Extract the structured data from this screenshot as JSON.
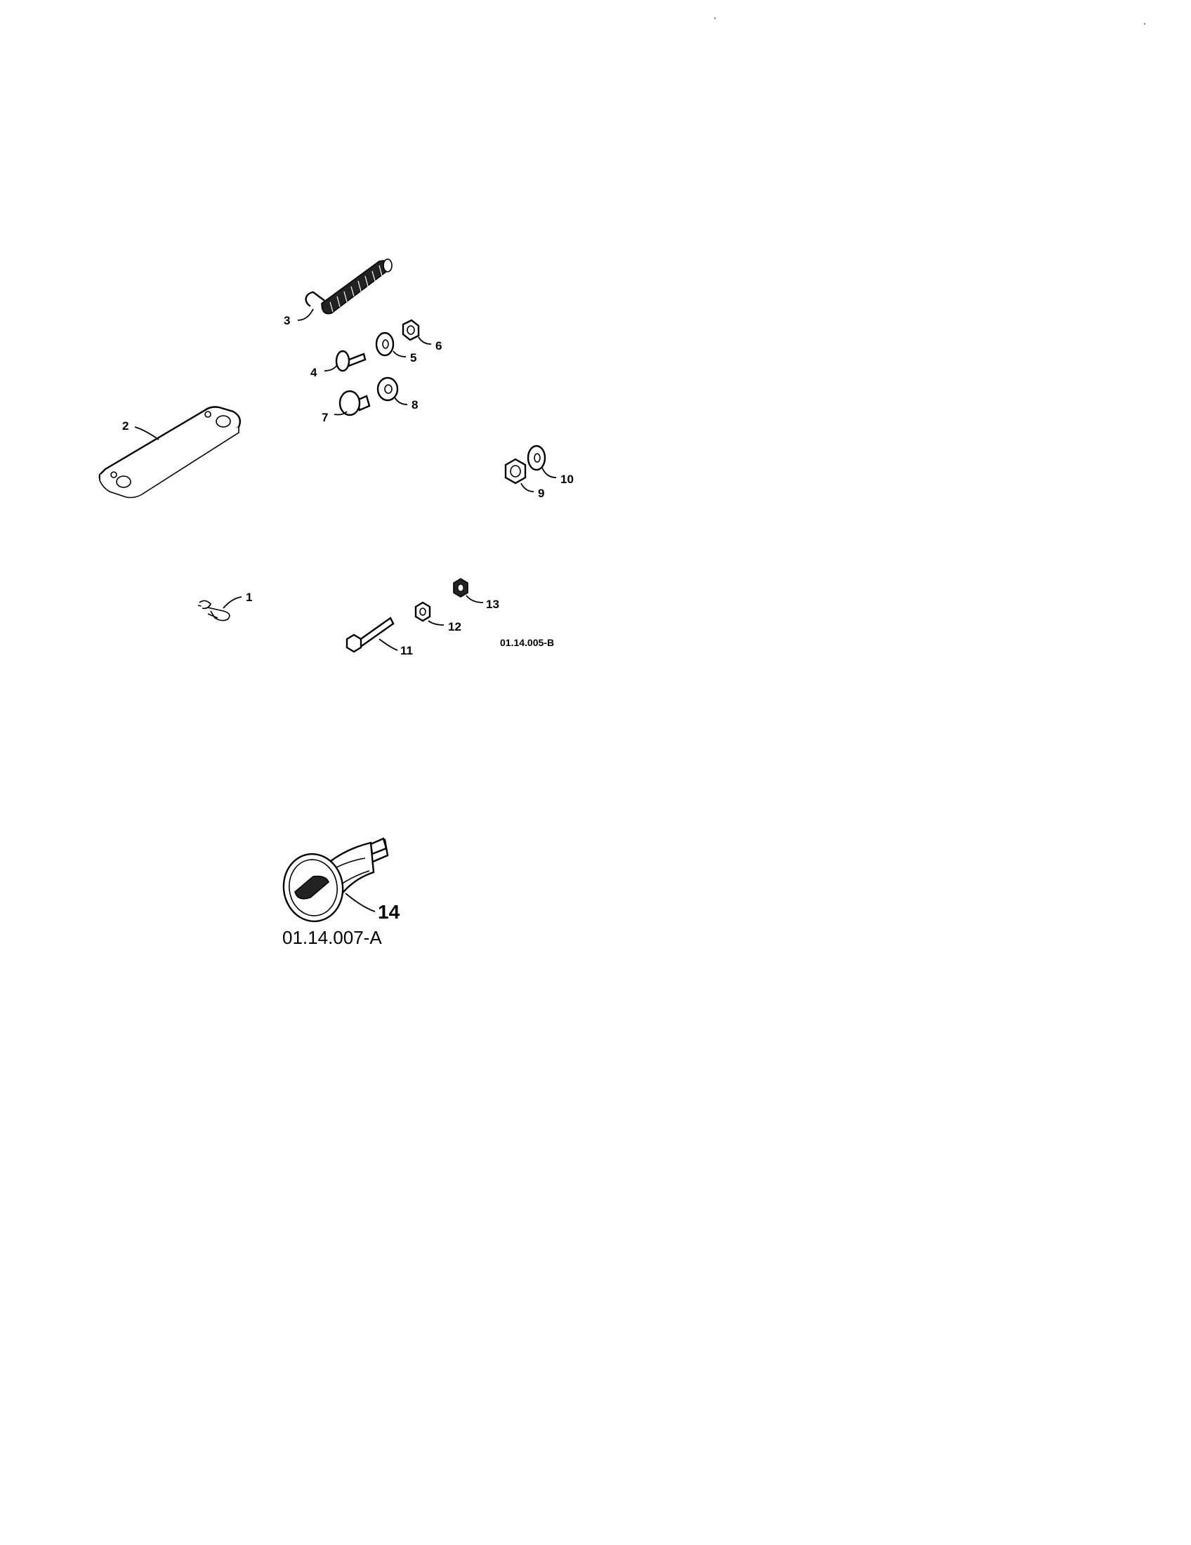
{
  "diagram": {
    "callouts": {
      "c1": "1",
      "c2": "2",
      "c3": "3",
      "c4": "4",
      "c5": "5",
      "c6": "6",
      "c7": "7",
      "c8": "8",
      "c9": "9",
      "c10": "10",
      "c11": "11",
      "c12": "12",
      "c13": "13",
      "c14": "14"
    },
    "references": {
      "upper": "01.14.005-B",
      "lower": "01.14.007-A"
    }
  }
}
